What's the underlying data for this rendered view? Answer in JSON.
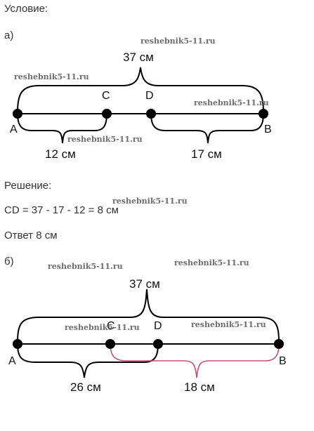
{
  "texts": {
    "heading_condition": "Условие:",
    "part_a": "а)",
    "heading_solution": "Решение:",
    "formula": "CD = 37 - 17 - 12 = 8 см",
    "answer": "Ответ 8 см",
    "part_b": "б)"
  },
  "watermark": "reshebnik5-11.ru",
  "diagram_a": {
    "points": {
      "A": "A",
      "C": "C",
      "D": "D",
      "B": "B"
    },
    "total": "37 см",
    "left_segment": "12 см",
    "right_segment": "17 см"
  },
  "diagram_b": {
    "points": {
      "A": "A",
      "C": "C",
      "D": "D",
      "B": "B"
    },
    "total": "37 см",
    "left_segment": "26 см",
    "right_segment": "18 см"
  },
  "colors": {
    "line": "#000000",
    "accent_brace": "#c0507a"
  }
}
